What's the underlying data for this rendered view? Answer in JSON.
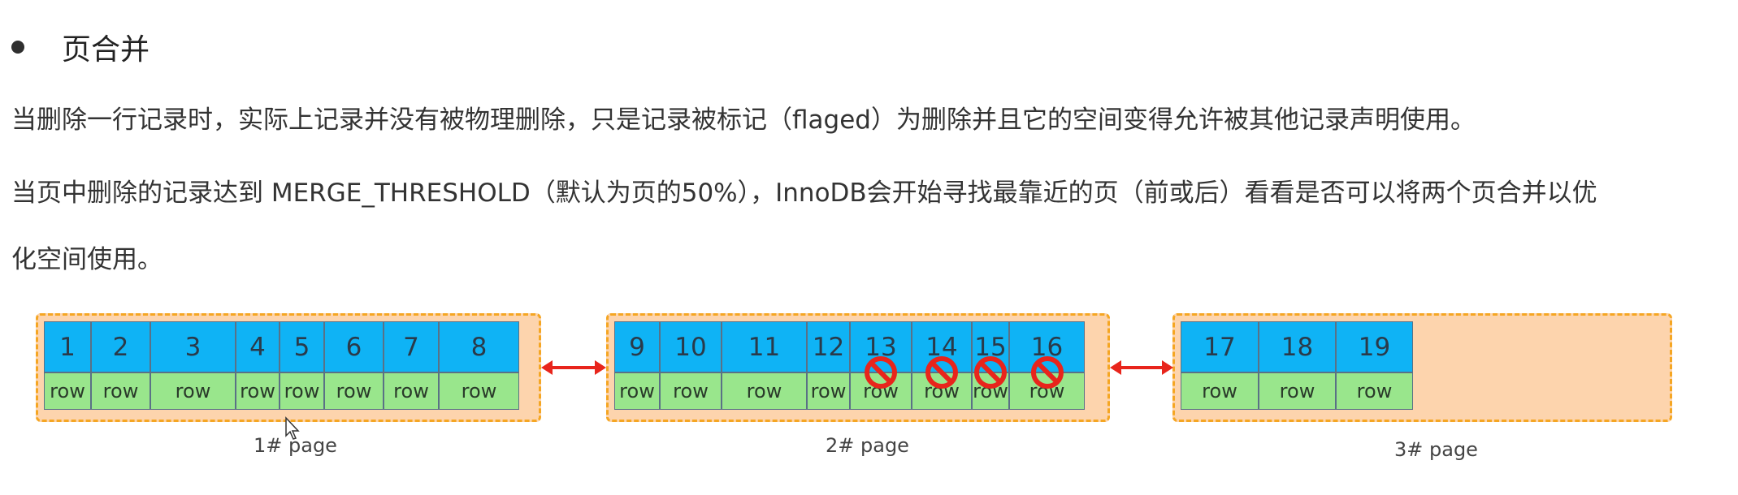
{
  "heading": "页合并",
  "paragraphs": {
    "p1": "当删除一行记录时，实际上记录并没有被物理删除，只是记录被标记（flaged）为删除并且它的空间变得允许被其他记录声明使用。",
    "p2_line1": "当页中删除的记录达到 MERGE_THRESHOLD（默认为页的50%），InnoDB会开始寻找最靠近的页（前或后）看看是否可以将两个页合并以优",
    "p2_line2": "化空间使用。"
  },
  "row_label": "row",
  "pages": [
    {
      "label": "1#  page",
      "records": [
        "1",
        "2",
        "3",
        "4",
        "5",
        "6",
        "7",
        "8"
      ],
      "deleted": []
    },
    {
      "label": "2#  page",
      "records": [
        "9",
        "10",
        "11",
        "12",
        "13",
        "14",
        "15",
        "16"
      ],
      "deleted": [
        "13",
        "14",
        "15",
        "16"
      ]
    },
    {
      "label": "3#  page",
      "records": [
        "17",
        "18",
        "19"
      ],
      "deleted": []
    }
  ],
  "colors": {
    "page_fill": "#fdd4ad",
    "page_border": "#f5a623",
    "record_top": "#0fb3f5",
    "record_bottom": "#99e68c",
    "arrow": "#e8251c",
    "delete_mark": "#e8251c"
  },
  "icons": [
    "bullet-icon",
    "no-entry-icon",
    "double-arrow-icon",
    "mouse-cursor-icon"
  ]
}
